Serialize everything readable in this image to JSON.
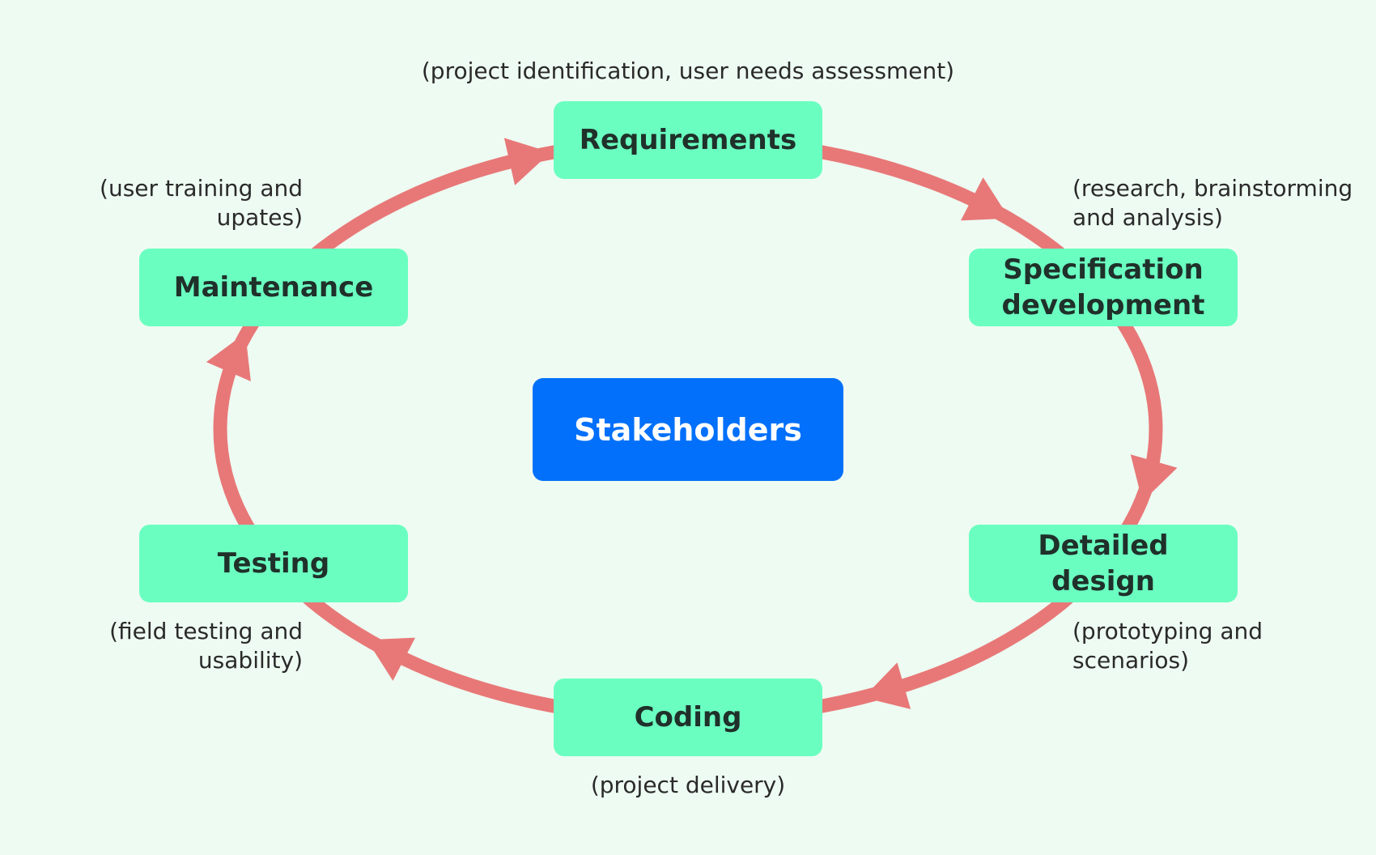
{
  "diagram": {
    "colors": {
      "background": "#eefbf2",
      "stage_fill": "#6affc1",
      "center_fill": "#0270fa",
      "arrow": "#e87878",
      "text": "#20302a"
    },
    "center": {
      "label": "Stakeholders"
    },
    "stages": [
      {
        "line1": "Requirements",
        "line2": "",
        "note1": "(project identification, user needs assessment)",
        "note2": ""
      },
      {
        "line1": "Specification",
        "line2": "development",
        "note1": "(research, brainstorming",
        "note2": "and analysis)"
      },
      {
        "line1": "Detailed",
        "line2": "design",
        "note1": "(prototyping and",
        "note2": "scenarios)"
      },
      {
        "line1": "Coding",
        "line2": "",
        "note1": "(project delivery)",
        "note2": ""
      },
      {
        "line1": "Testing",
        "line2": "",
        "note1": "(field testing and",
        "note2": "usability)"
      },
      {
        "line1": "Maintenance",
        "line2": "",
        "note1": "(user training and",
        "note2": "upates)"
      }
    ]
  }
}
